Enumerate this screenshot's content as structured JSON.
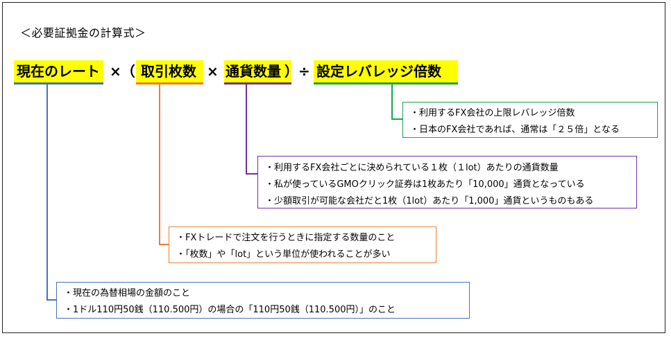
{
  "title": "＜必要証拠金の計算式＞",
  "formula": {
    "term1": "現在のレート",
    "op1": "×（",
    "term2": "取引枚数",
    "op2": "×",
    "term3": "通貨数量",
    "op3": "）÷",
    "term4": "設定レバレッジ倍数"
  },
  "boxes": {
    "leverage": {
      "color": "#1aa34a",
      "lines": [
        "・利用するFX会社の上限レバレッジ倍数",
        "・日本のFX会社であれば、通常は「２５倍」となる"
      ]
    },
    "currency": {
      "color": "#7030a0",
      "lines": [
        "・利用するFX会社ごとに決められている１枚（１lot）あたりの通貨数量",
        "・私が使っているGMOクリック証券は1枚あたり「10,000」通貨となっている",
        "・少額取引が可能な会社だと1枚（1lot）あたり「1,000」通貨というものもある"
      ]
    },
    "lots": {
      "color": "#ed7d31",
      "lines": [
        "・FXトレードで注文を行うときに指定する数量のこと",
        "・「枚数」や「lot」という単位が使われることが多い"
      ]
    },
    "rate": {
      "color": "#4472c4",
      "lines": [
        "・現在の為替相場の金額のこと",
        "・1ドル110円50銭（110.500円）の場合の「110円50銭（110.500円）」のこと"
      ]
    }
  }
}
